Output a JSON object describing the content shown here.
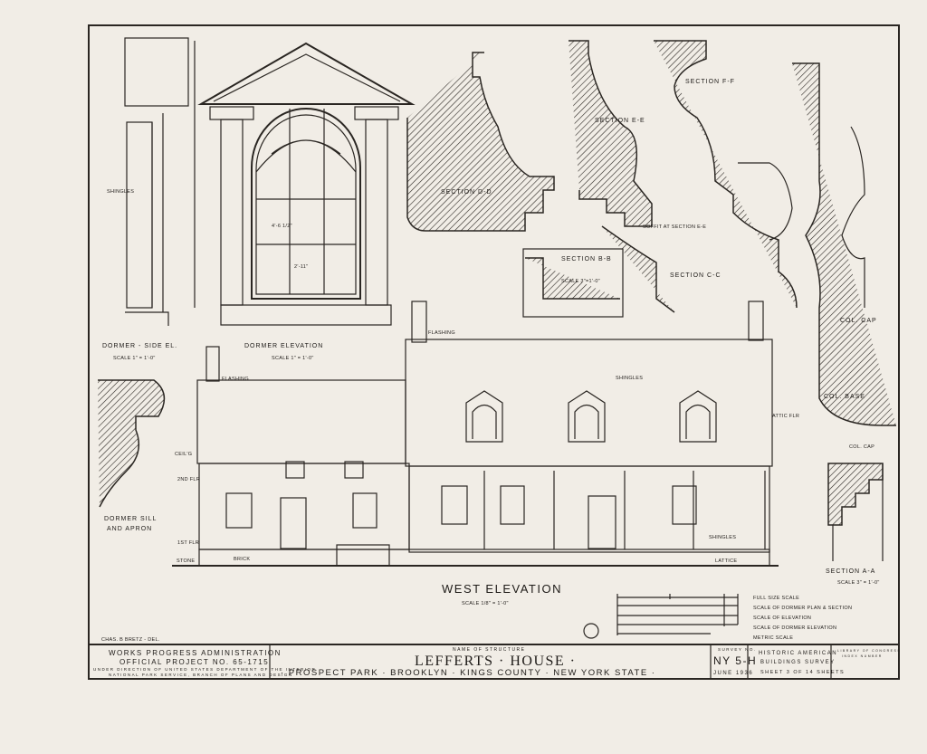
{
  "drawing": {
    "dormer_side": {
      "title": "DORMER - SIDE EL.",
      "scale": "SCALE 1\" = 1'-0\"",
      "note": "SHINGLES"
    },
    "dormer_elevation": {
      "title": "DORMER ELEVATION",
      "scale": "SCALE 1\" = 1'-0\"",
      "dim_width": "2'-11\"",
      "dim_height": "4'-6 1/2\""
    },
    "sections": {
      "dd": "SECTION D-D",
      "ee": "SECTION E-E",
      "ff": "SECTION F-F",
      "bb": "SECTION B-B",
      "bb_scale": "SCALE 3\"=1'-0\"",
      "cc": "SECTION C-C",
      "soffit": "SOFFIT AT SECTION E-E",
      "col_cap": "COL. CAP",
      "col_base": "COL. BASE",
      "col_cap_2": "COL. CAP",
      "aa": "SECTION A-A",
      "aa_scale": "SCALE 3\" = 1'-0\"",
      "sill": "DORMER SILL",
      "apron": "AND APRON"
    },
    "elevation": {
      "title": "WEST ELEVATION",
      "scale": "SCALE 1/8\" = 1'-0\"",
      "notes": {
        "flashing": "FLASHING",
        "shingles": "SHINGLES",
        "lattice": "LATTICE",
        "stone": "STONE",
        "brick": "BRICK",
        "ceiling": "CEIL'G",
        "second_floor": "2ND FLR",
        "first_floor": "1ST FLR",
        "attic_floor": "ATTIC FLR"
      }
    },
    "scales": [
      "FULL SIZE SCALE",
      "SCALE OF DORMER PLAN & SECTION",
      "SCALE OF ELEVATION",
      "SCALE OF DORMER ELEVATION",
      "METRIC SCALE"
    ],
    "delineator": "CHAS. B BRETZ - DEL."
  },
  "title_block": {
    "agency_1": "WORKS PROGRESS ADMINISTRATION",
    "agency_2": "OFFICIAL PROJECT NO. 65-1715",
    "agency_3": "UNDER DIRECTION OF UNITED STATES DEPARTMENT OF THE INTERIOR",
    "agency_4": "NATIONAL PARK SERVICE, BRANCH OF PLANS AND DESIGN",
    "name_label": "NAME OF STRUCTURE",
    "structure_name": "LEFFERTS · HOUSE ·",
    "location": "· PROSPECT PARK · BROOKLYN · KINGS COUNTY · NEW YORK STATE ·",
    "survey_label": "SURVEY NO.",
    "survey_no": "NY 5-H",
    "date": "JUNE 1936",
    "survey_1": "HISTORIC AMERICAN",
    "survey_2": "BUILDINGS SURVEY",
    "sheet": "SHEET 3 OF 14 SHEETS",
    "library_1": "LIBRARY OF CONGRESS",
    "library_2": "INDEX NUMBER"
  }
}
